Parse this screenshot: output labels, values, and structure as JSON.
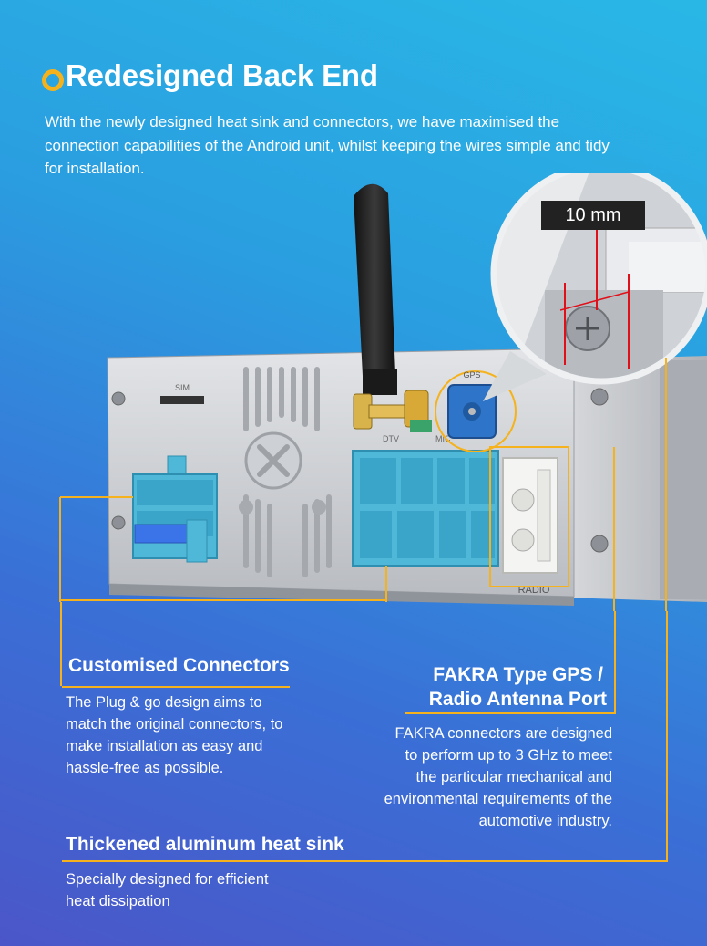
{
  "header": {
    "title": "Redesigned Back End",
    "intro": "With the newly designed heat sink and connectors, we have maximised the connection capabilities of the Android unit, whilst keeping the wires simple and tidy for installation."
  },
  "product": {
    "port_labels": {
      "sim": "SIM",
      "gps": "GPS",
      "dtv": "DTV",
      "mic": "MIC",
      "radio": "RADIO"
    },
    "zoom_label": "10 mm"
  },
  "features": {
    "connectors": {
      "title": "Customised Connectors",
      "text": "The Plug & go design aims to match the original connectors, to make installation as easy and hassle-free as possible."
    },
    "fakra": {
      "title_line1": "FAKRA Type GPS /",
      "title_line2": "Radio Antenna Port",
      "text": "FAKRA connectors are designed to perform up to 3 GHz to meet the particular mechanical and environmental requirements of the automotive industry."
    },
    "heatsink": {
      "title": "Thickened aluminum heat sink",
      "text": "Specially designed for efficient heat dissipation"
    }
  },
  "colors": {
    "accent": "#f5b21c",
    "connector_blue": "#4fb8d8",
    "chassis": "#c9ccd0"
  }
}
